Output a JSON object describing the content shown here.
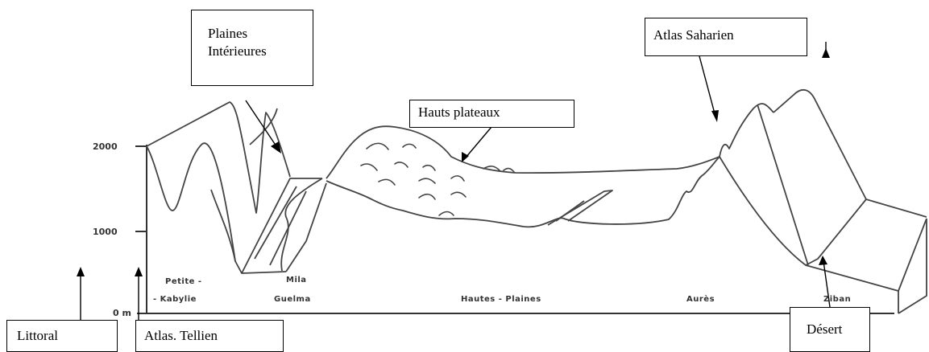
{
  "axis": {
    "y_ticks": [
      "2000",
      "1000",
      "0 m"
    ]
  },
  "regions": [
    "Petite -",
    "- Kabylie",
    "Mila",
    "Guelma",
    "Hautes - Plaines",
    "Aurès",
    "Ziban"
  ],
  "callouts": {
    "plaines": [
      "Plaines",
      "Intérieures"
    ],
    "hauts": "Hauts plateaux",
    "atlas_saharien": "Atlas  Saharien",
    "littoral": "Littoral",
    "atlas_tellien": "Atlas. Tellien",
    "desert": "Désert"
  }
}
